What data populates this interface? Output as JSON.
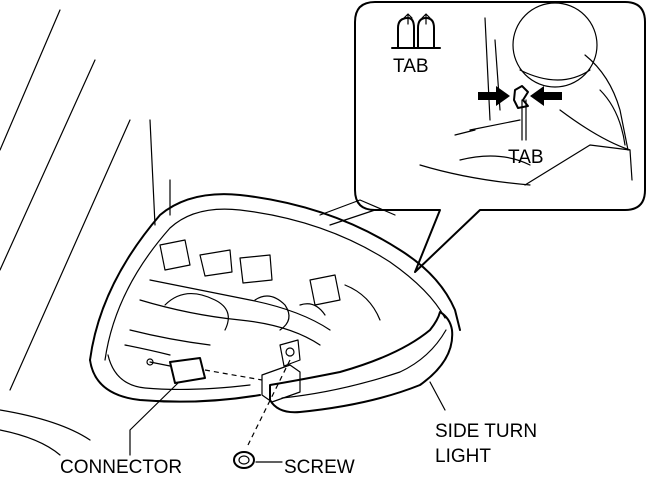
{
  "labels": {
    "tab_top": "TAB",
    "tab_arrows": "TAB",
    "side_turn_light_line1": "SIDE TURN",
    "side_turn_light_line2": "LIGHT",
    "connector": "CONNECTOR",
    "screw": "SCREW"
  }
}
